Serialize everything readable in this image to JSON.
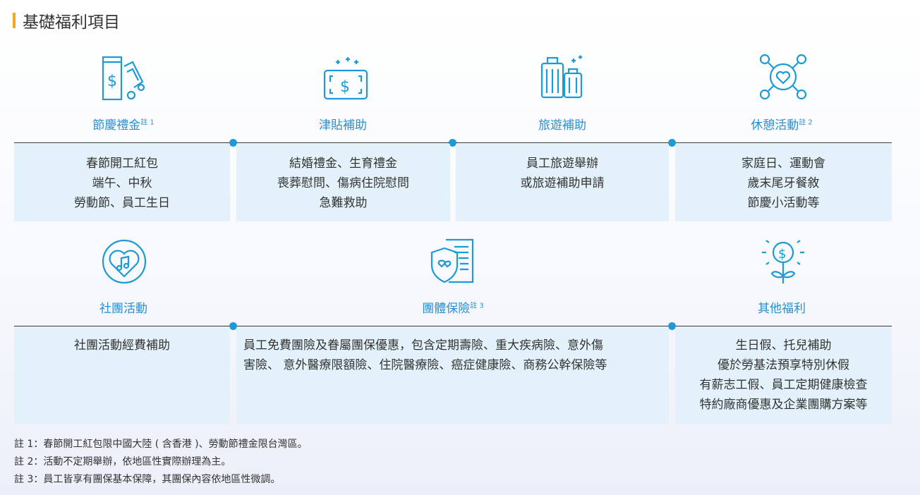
{
  "title": "基礎福利項目",
  "colors": {
    "accent": "#1e9ad6",
    "title_bar": "#f5a623",
    "cell_bg": "#e3f2fa"
  },
  "row1": [
    {
      "icon": "red-envelope-money-icon",
      "label": "節慶禮金",
      "note": "註 1",
      "lines": [
        "春節開工紅包",
        "端午、中秋",
        "勞動節、員工生日"
      ]
    },
    {
      "icon": "allowance-cash-icon",
      "label": "津貼補助",
      "note": "",
      "lines": [
        "結婚禮金、生育禮金",
        "喪葬慰問、傷病住院慰問",
        "急難救助"
      ]
    },
    {
      "icon": "luggage-icon",
      "label": "旅遊補助",
      "note": "",
      "lines": [
        "員工旅遊舉辦",
        "或旅遊補助申請"
      ]
    },
    {
      "icon": "heart-network-icon",
      "label": "休憩活動",
      "note": "註 2",
      "lines": [
        "家庭日、運動會",
        "歲末尾牙餐敘",
        "節慶小活動等"
      ]
    }
  ],
  "row2": [
    {
      "icon": "heart-music-icon",
      "label": "社團活動",
      "note": "",
      "lines": [
        "社團活動經費補助"
      ]
    },
    {
      "icon": "insurance-shield-icon",
      "label": "團體保險",
      "note": "註 3",
      "lines": [
        "員工免費團險及眷屬團保優惠，包含定期壽險、重大疾病險、意外傷",
        "害險、 意外醫療限額險、住院醫療險、癌症健康險、商務公幹保險等"
      ]
    },
    {
      "icon": "money-plant-icon",
      "label": "其他福利",
      "note": "",
      "lines": [
        "生日假、托兒補助",
        "優於勞基法預享特別休假",
        "有薪志工假、員工定期健康檢查",
        "特約廠商優惠及企業團購方案等"
      ]
    }
  ],
  "notes": [
    "註 1：春節開工紅包限中國大陸 ( 含香港 )、勞動節禮金限台灣區。",
    "註 2：活動不定期舉辦，依地區性實際辦理為主。",
    "註 3：員工皆享有團保基本保障，其團保內容依地區性微調。"
  ]
}
